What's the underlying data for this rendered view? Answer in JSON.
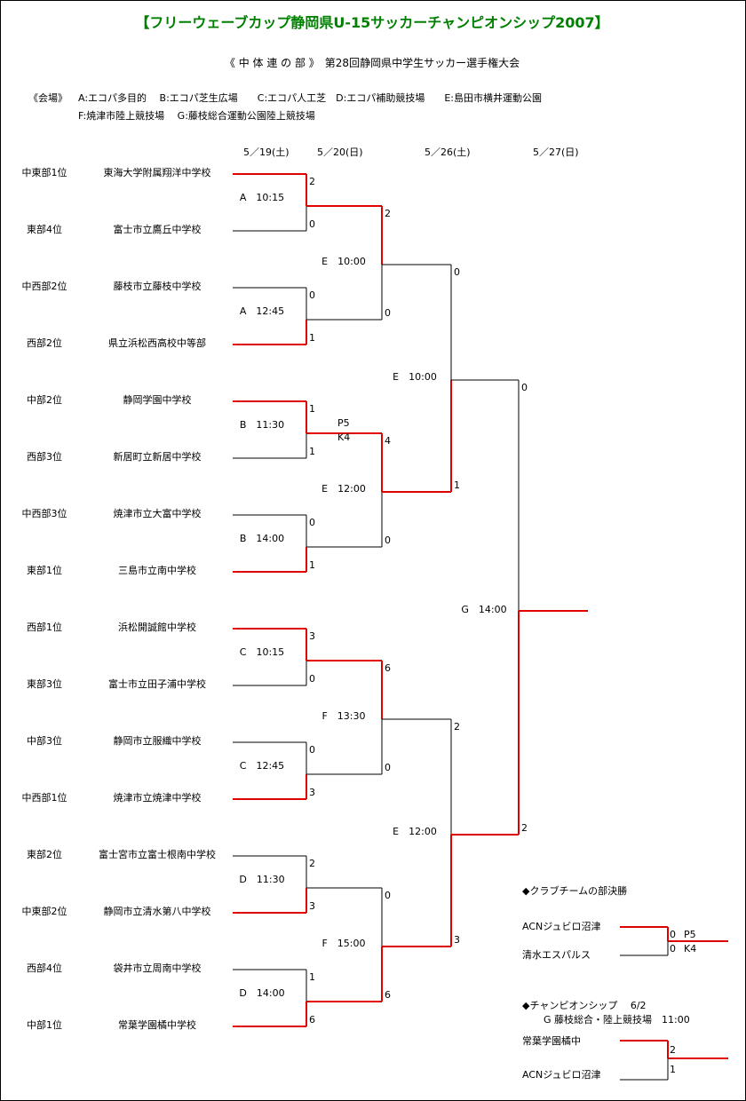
{
  "title": "【フリーウェーブカップ静岡県U-15サッカーチャンピオンシップ2007】",
  "subtitle": "《 中 体 連 の 部 》　第28回静岡県中学生サッカー選手権大会",
  "venues": {
    "label": "《会場》",
    "line1": "A:エコパ多目的　 B:エコパ芝生広場　　C:エコパ人工芝　D:エコパ補助競技場　　E:島田市横井運動公園",
    "line2": "F:焼津市陸上競技場　 G:藤枝総合運動公園陸上競技場"
  },
  "dates": [
    "5／19(土)",
    "5／20(日)",
    "5／26(土)",
    "5／27(日)"
  ],
  "teams": [
    {
      "seed": "中東部1位",
      "name": "東海大学附属翔洋中学校"
    },
    {
      "seed": "東部4位",
      "name": "富士市立鷹丘中学校"
    },
    {
      "seed": "中西部2位",
      "name": "藤枝市立藤枝中学校"
    },
    {
      "seed": "西部2位",
      "name": "県立浜松西高校中等部"
    },
    {
      "seed": "中部2位",
      "name": "静岡学園中学校"
    },
    {
      "seed": "西部3位",
      "name": "新居町立新居中学校"
    },
    {
      "seed": "中西部3位",
      "name": "焼津市立大富中学校"
    },
    {
      "seed": "東部1位",
      "name": "三島市立南中学校"
    },
    {
      "seed": "西部1位",
      "name": "浜松開誠館中学校"
    },
    {
      "seed": "東部3位",
      "name": "富士市立田子浦中学校"
    },
    {
      "seed": "中部3位",
      "name": "静岡市立服織中学校"
    },
    {
      "seed": "中西部1位",
      "name": "焼津市立焼津中学校"
    },
    {
      "seed": "東部2位",
      "name": "富士宮市立富士根南中学校"
    },
    {
      "seed": "中東部2位",
      "name": "静岡市立清水第八中学校"
    },
    {
      "seed": "西部4位",
      "name": "袋井市立周南中学校"
    },
    {
      "seed": "中部1位",
      "name": "常葉学園橘中学校"
    }
  ],
  "round1": [
    {
      "label": "A　10:15",
      "s1": "2",
      "s2": "0"
    },
    {
      "label": "A　12:45",
      "s1": "0",
      "s2": "1"
    },
    {
      "label": "B　11:30",
      "s1": "1",
      "s2": "1",
      "pk1": "P5",
      "pk2": "K4"
    },
    {
      "label": "B　14:00",
      "s1": "0",
      "s2": "1"
    },
    {
      "label": "C　10:15",
      "s1": "3",
      "s2": "0"
    },
    {
      "label": "C　12:45",
      "s1": "0",
      "s2": "3"
    },
    {
      "label": "D　11:30",
      "s1": "2",
      "s2": "3"
    },
    {
      "label": "D　14:00",
      "s1": "1",
      "s2": "6"
    }
  ],
  "round2": [
    {
      "label": "E　10:00",
      "s1": "2",
      "s2": "0"
    },
    {
      "label": "E　12:00",
      "s1": "4",
      "s2": "0"
    },
    {
      "label": "F　13:30",
      "s1": "6",
      "s2": "0"
    },
    {
      "label": "F　15:00",
      "s1": "0",
      "s2": "6"
    }
  ],
  "round3": [
    {
      "label": "E　10:00",
      "s1": "0",
      "s2": "1"
    },
    {
      "label": "E　12:00",
      "s1": "2",
      "s2": "3"
    }
  ],
  "final": {
    "label": "G　14:00",
    "s1": "0",
    "s2": "2"
  },
  "club": {
    "heading": "◆クラブチームの部決勝",
    "team1": "ACNジュビロ沼津",
    "team2": "清水エスパルス",
    "s1": "0",
    "s2": "0",
    "pk1": "P5",
    "pk2": "K4"
  },
  "championship": {
    "heading": "◆チャンピオンシップ　 6/2",
    "venue": "G 藤枝総合・陸上競技場　11:00",
    "team1": "常葉学園橘中",
    "team2": "ACNジュビロ沼津",
    "s1": "2",
    "s2": "1"
  },
  "colors": {
    "title": "#008000",
    "winner_line": "#e00000",
    "loser_line": "#000000"
  }
}
